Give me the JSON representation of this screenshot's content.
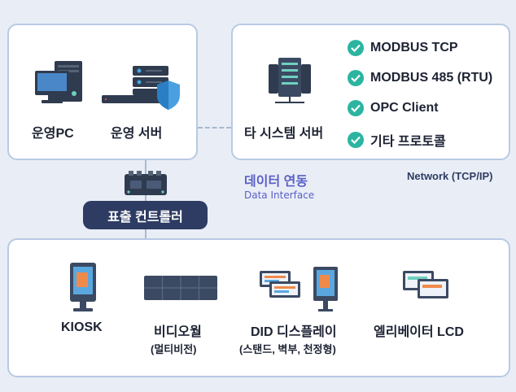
{
  "ops_panel": {
    "pc_label": "운영PC",
    "server_label": "운영 서버"
  },
  "other_system": {
    "label": "타 시스템 서버",
    "protocols": [
      "MODBUS TCP",
      "MODBUS 485 (RTU)",
      "OPC Client",
      "기타 프로토콜"
    ]
  },
  "interface": {
    "title": "데이터 연동",
    "subtitle": "Data Interface",
    "network": "Network (TCP/IP)"
  },
  "controller": {
    "label": "표출 컨트롤러"
  },
  "displays": {
    "kiosk": "KIOSK",
    "video_wall": "비디오월",
    "video_wall_sub": "(멀티비전)",
    "did": "DID 디스플레이",
    "did_sub": "(스탠드, 벽부, 천정형)",
    "elevator": "엘리베이터 LCD"
  },
  "colors": {
    "accent": "#2bb5a0",
    "navy": "#2e3c63",
    "interface_text": "#5b5fc7",
    "panel_border": "#b9c9e4"
  }
}
